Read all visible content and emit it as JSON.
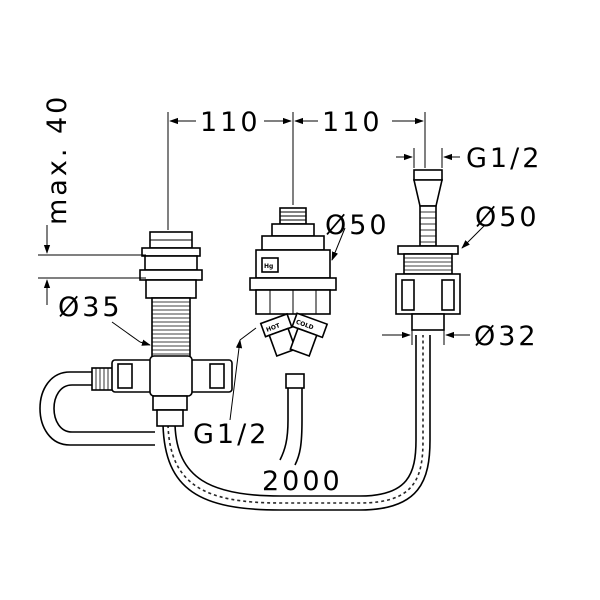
{
  "dimensions": {
    "spacing_left": "110",
    "spacing_right": "110",
    "max_depth": "max. 40",
    "diameter_left": "Ø35",
    "diameter_middle": "Ø50",
    "diameter_right_top": "Ø50",
    "diameter_right_bottom": "Ø32",
    "thread_top": "G1/2",
    "thread_bottom": "G1/2",
    "hose_length": "2000"
  },
  "valve_labels": {
    "hot": "HOT",
    "cold": "COLD",
    "hg": "Hg"
  }
}
